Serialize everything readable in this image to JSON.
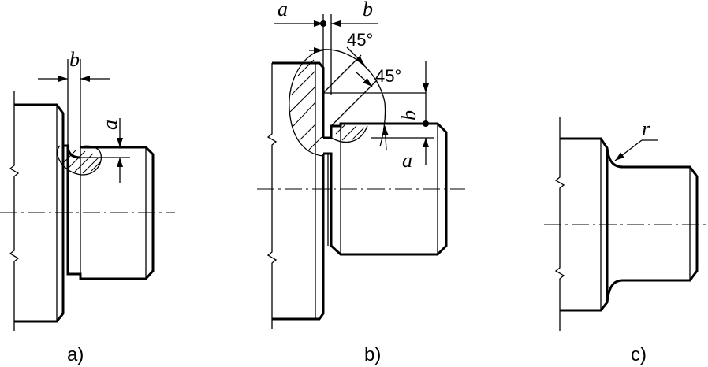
{
  "views": {
    "a": {
      "caption": "a)",
      "dim_b": "b",
      "dim_a": "a"
    },
    "b": {
      "caption": "b)",
      "dim_a_top": "a",
      "dim_b_top": "b",
      "angle1": "45°",
      "angle2": "45°",
      "dim_b_right": "b",
      "dim_a_right": "a"
    },
    "c": {
      "caption": "c)",
      "radius": "r"
    }
  }
}
